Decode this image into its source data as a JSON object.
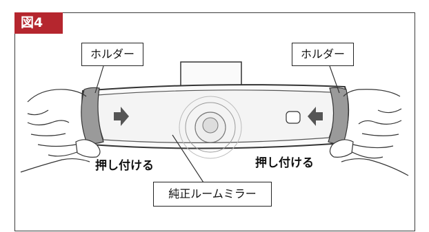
{
  "figure": {
    "badge": "図4",
    "badge_color": "#b5262e"
  },
  "labels": {
    "holder_left": "ホルダー",
    "holder_right": "ホルダー",
    "press_left": "押し付ける",
    "press_right": "押し付ける",
    "mirror": "純正ルームミラー"
  },
  "colors": {
    "line": "#333333",
    "arrow": "#555555",
    "holder_fill": "#9a9a9a",
    "mirror_glass": "#f2f2f2"
  },
  "icons": {
    "arrows": [
      "arrow-right-icon",
      "arrow-left-icon"
    ]
  }
}
